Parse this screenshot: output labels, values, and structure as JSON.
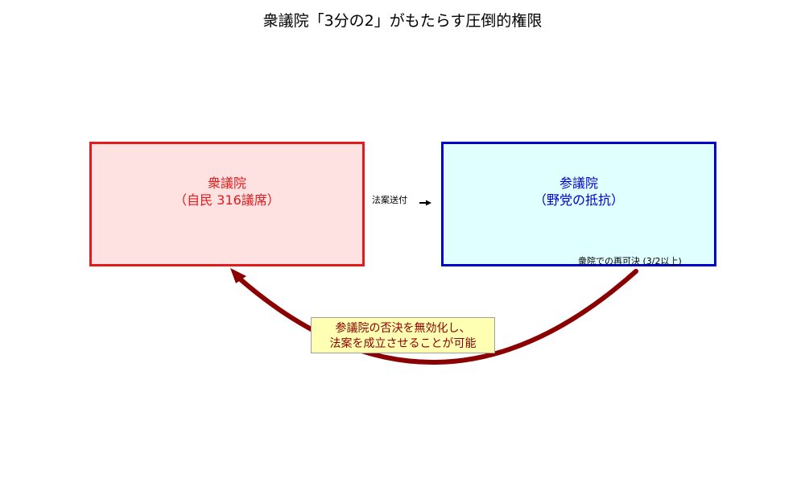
{
  "title": "衆議院「3分の2」がもたらす圧倒的権限",
  "shugiin": {
    "line1": "衆議院",
    "line2": "（自民 316議席）",
    "text_color": "#e41a1c",
    "border_color": "#e41a1c",
    "fill_color": "#fde2e1"
  },
  "sangiin": {
    "line1": "参議院",
    "line2": "（野党の抵抗）",
    "text_color": "#0000cc",
    "border_color": "#0000cc",
    "fill_color": "#e0ffff"
  },
  "flow": {
    "label": "法案送付",
    "arrow_color": "#000000"
  },
  "revote": {
    "label": "衆院での再可決 (3/2以上)",
    "arrow_color": "#8b0000"
  },
  "callout": {
    "line1": "参議院の否決を無効化し、",
    "line2": "法案を成立させることが可能",
    "text_color": "#8b0000",
    "fill_color": "#ffffb3"
  }
}
